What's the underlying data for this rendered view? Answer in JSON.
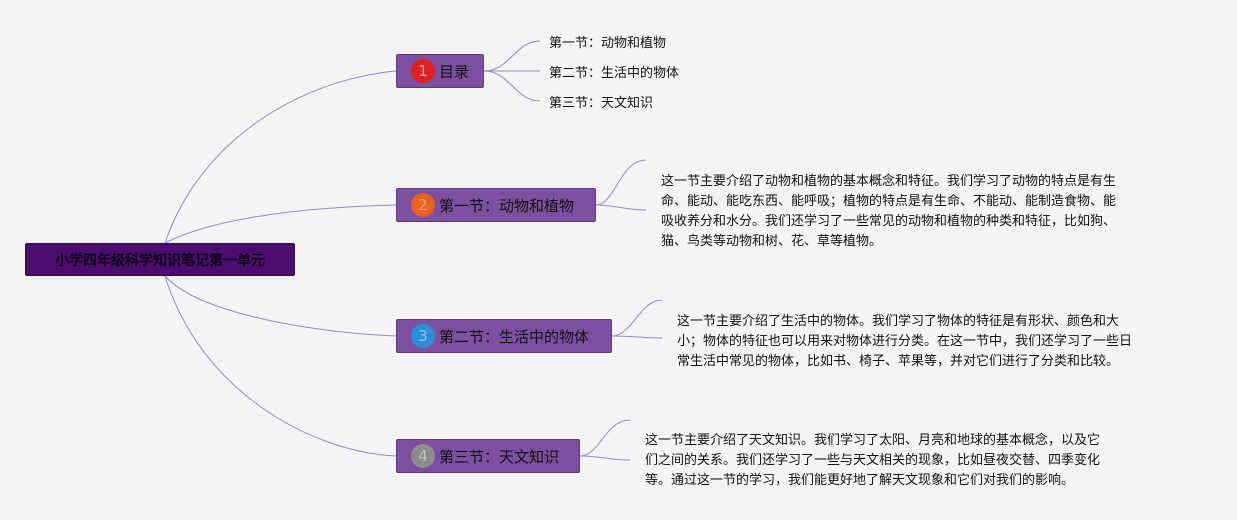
{
  "root": {
    "label": "小学四年级科学知识笔记第一单元"
  },
  "colors": {
    "root_bg": "#4b0e6e",
    "topic_bg": "#7d4fa0",
    "line": "#9a86c4",
    "badge_1": "#e02020",
    "badge_2": "#e8611e",
    "badge_3": "#2a8fd8",
    "badge_4": "#8c8c8c"
  },
  "topics": [
    {
      "number": "1",
      "label": "目录",
      "badge_icon": "number-1-circle-icon",
      "children": [
        "第一节：动物和植物",
        "第二节：生活中的物体",
        "第三节：天文知识"
      ]
    },
    {
      "number": "2",
      "label": "第一节：动物和植物",
      "badge_icon": "number-2-circle-icon",
      "lines": [
        "这一节主要介绍了动物和植物的基本概念和特征。我们学习了动物的特点是有生",
        "命、能动、能吃东西、能呼吸；植物的特点是有生命、不能动、能制造食物、能",
        "吸收养分和水分。我们还学习了一些常见的动物和植物的种类和特征，比如狗、",
        "猫、鸟类等动物和树、花、草等植物。"
      ]
    },
    {
      "number": "3",
      "label": "第二节：生活中的物体",
      "badge_icon": "number-3-circle-icon",
      "lines": [
        "这一节主要介绍了生活中的物体。我们学习了物体的特征是有形状、颜色和大",
        "小；物体的特征也可以用来对物体进行分类。在这一节中，我们还学习了一些日",
        "常生活中常见的物体，比如书、椅子、苹果等，并对它们进行了分类和比较。"
      ]
    },
    {
      "number": "4",
      "label": "第三节：天文知识",
      "badge_icon": "number-4-circle-icon",
      "lines": [
        "这一节主要介绍了天文知识。我们学习了太阳、月亮和地球的基本概念，以及它",
        "们之间的关系。我们还学习了一些与天文相关的现象，比如昼夜交替、四季变化",
        "等。通过这一节的学习，我们能更好地了解天文现象和它们对我们的影响。"
      ]
    }
  ]
}
